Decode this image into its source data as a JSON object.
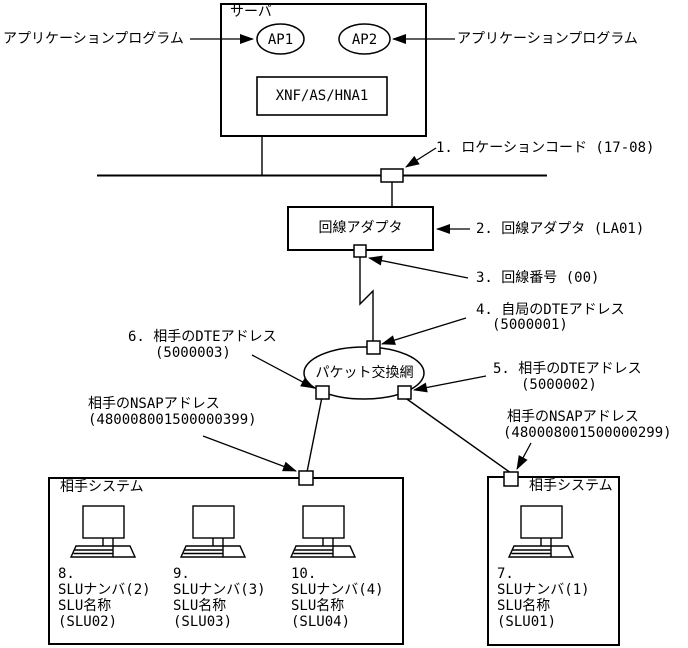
{
  "colors": {
    "line": "#000000",
    "background": "#ffffff"
  },
  "server": {
    "title": "サーバ",
    "ap1": "AP1",
    "ap2": "AP2",
    "software": "XNF/AS/HNA1"
  },
  "labels": {
    "app_left": "アプリケーションプログラム",
    "app_right": "アプリケーションプログラム",
    "adapter_box": "回線アダプタ",
    "network": "パケット交換網",
    "remote_left_title": "相手システム",
    "remote_right_title": "相手システム"
  },
  "annotations": {
    "n1": "1. ロケーションコード (17-08)",
    "n2": "2. 回線アダプタ (LA01)",
    "n3": "3. 回線番号 (00)",
    "n4a": "4. 自局のDTEアドレス",
    "n4b": "(5000001)",
    "n5a": "5. 相手のDTEアドレス",
    "n5b": "(5000002)",
    "n6a": "6. 相手のDTEアドレス",
    "n6b": "(5000003)",
    "nsap_left_a": "相手のNSAPアドレス",
    "nsap_left_b": "(480008001500000399)",
    "nsap_right_a": "相手のNSAPアドレス",
    "nsap_right_b": "(480008001500000299)"
  },
  "slu_labels": [
    {
      "no": "8.",
      "line1": "SLUナンバ(2)",
      "line2": "SLU名称",
      "line3": "(SLU02)"
    },
    {
      "no": "9.",
      "line1": "SLUナンバ(3)",
      "line2": "SLU名称",
      "line3": "(SLU03)"
    },
    {
      "no": "10.",
      "line1": "SLUナンバ(4)",
      "line2": "SLU名称",
      "line3": "(SLU04)"
    },
    {
      "no": "7.",
      "line1": "SLUナンバ(1)",
      "line2": "SLU名称",
      "line3": "(SLU01)"
    }
  ]
}
